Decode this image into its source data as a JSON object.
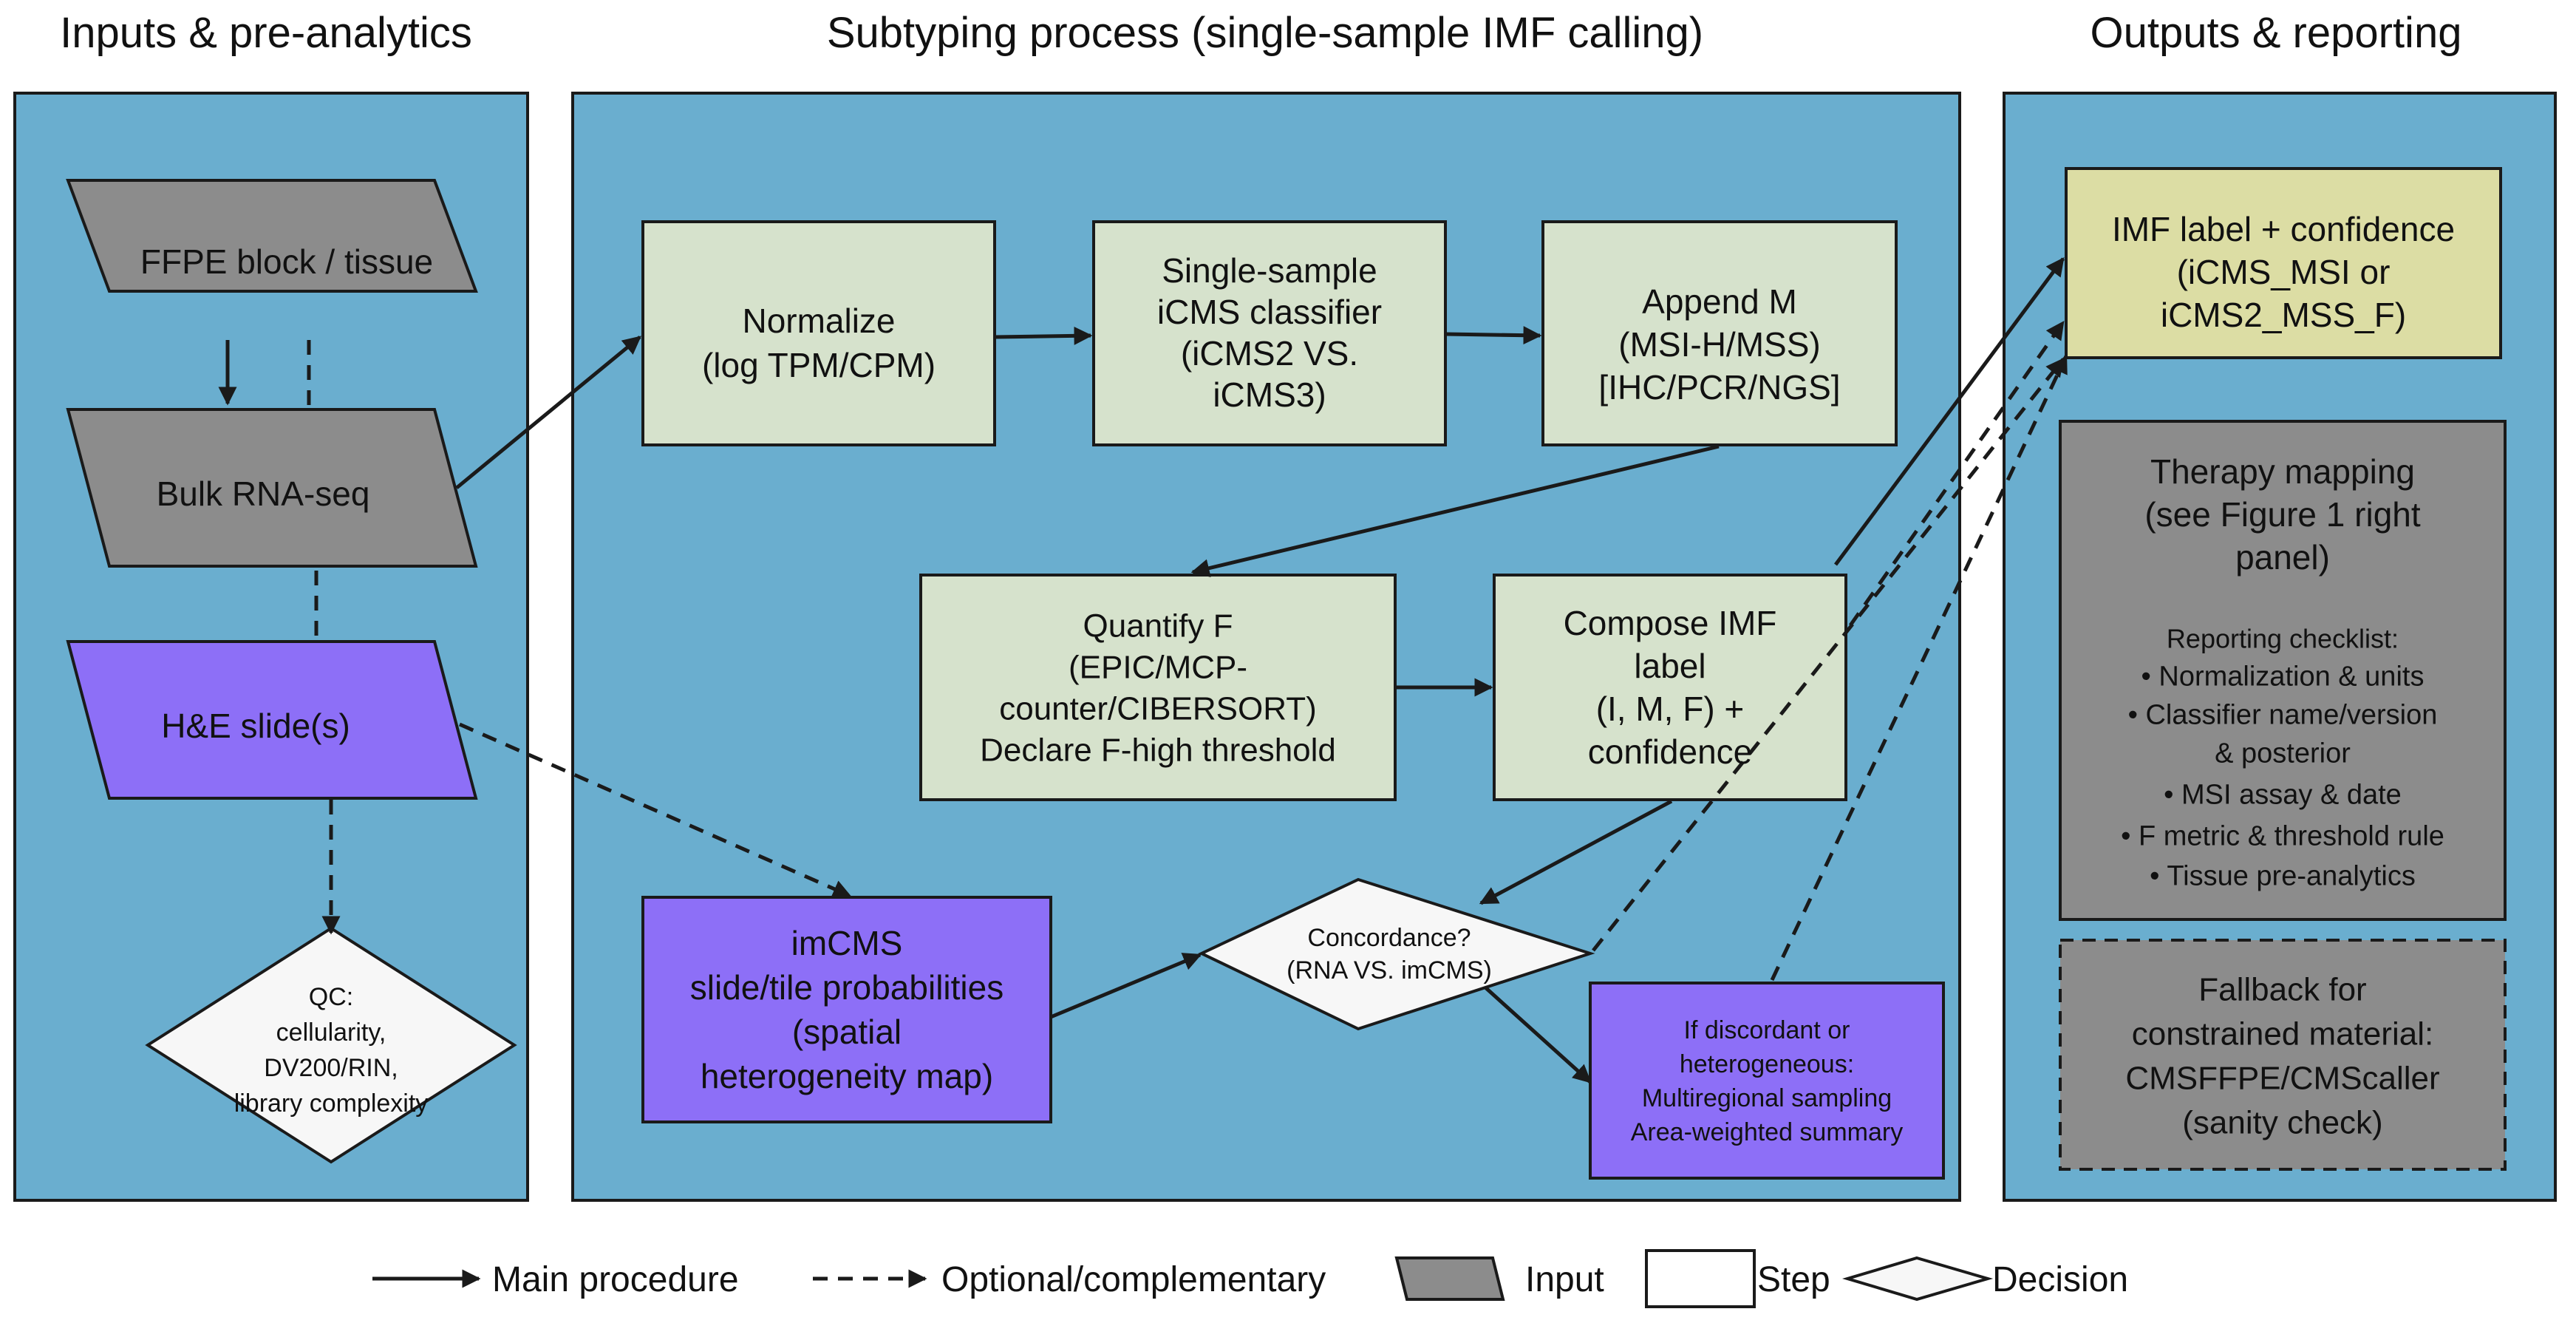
{
  "columns": {
    "left": "Inputs & pre-analytics",
    "center": "Subtyping process (single-sample IMF calling)",
    "right": "Outputs & reporting"
  },
  "nodes": {
    "ffpe": [
      "FFPE block / tissue"
    ],
    "bulk": [
      "Bulk RNA-seq"
    ],
    "he": [
      "H&E slide(s)"
    ],
    "qc": [
      "QC:",
      "cellularity,",
      "DV200/RIN,",
      "library complexity"
    ],
    "normalize": [
      "Normalize",
      "(log TPM/CPM)"
    ],
    "classifier": [
      "Single-sample",
      "iCMS classifier",
      "(iCMS2 VS.",
      "iCMS3)"
    ],
    "appendm": [
      "Append M",
      "(MSI-H/MSS)",
      "[IHC/PCR/NGS]"
    ],
    "quantf": [
      "Quantify F",
      "(EPIC/MCP-",
      "counter/CIBERSORT)",
      "Declare F-high threshold"
    ],
    "compose": [
      "Compose IMF",
      "label",
      "(I, M, F) +",
      "confidence"
    ],
    "imcms": [
      "imCMS",
      "slide/tile probabilities",
      "(spatial",
      "heterogeneity map)"
    ],
    "concordance": [
      "Concordance?",
      "(RNA VS. imCMS)"
    ],
    "discordant": [
      "If discordant or",
      "heterogeneous:",
      "Multiregional sampling",
      "Area-weighted summary"
    ],
    "imflabel": [
      "IMF label + confidence",
      "(iCMS_MSI or",
      "iCMS2_MSS_F)"
    ],
    "therapy": [
      "Therapy mapping",
      "(see Figure 1 right",
      "panel)"
    ],
    "checklist_title": [
      "Reporting checklist:"
    ],
    "checklist": [
      [
        "•  Normalization & units"
      ],
      [
        "•  Classifier name/version",
        "& posterior"
      ],
      [
        "•  MSI assay & date"
      ],
      [
        "•  F metric & threshold rule"
      ],
      [
        "•  Tissue pre-analytics"
      ]
    ],
    "fallback": [
      "Fallback for",
      "constrained material:",
      "CMSFFPE/CMScaller",
      "(sanity check)"
    ]
  },
  "legend": {
    "main": "Main procedure",
    "optional": "Optional/complementary",
    "input": "Input",
    "step": "Step",
    "decision": "Decision"
  },
  "colors": {
    "panel": "#6aaecf",
    "input_gray": "#8c8c8c",
    "step_green": "#d6e2cc",
    "purple": "#8d6ff7",
    "output_yellow": "#dcdda4",
    "therapy_gray": "#8c8c8c",
    "decision_white": "#f7f7f7",
    "stroke": "#1a1a1a"
  },
  "icons": {
    "main_arrow": "solid-arrow-icon",
    "optional_arrow": "dashed-arrow-icon",
    "input_shape": "parallelogram-icon",
    "step_shape": "rectangle-icon",
    "decision_shape": "diamond-icon"
  }
}
